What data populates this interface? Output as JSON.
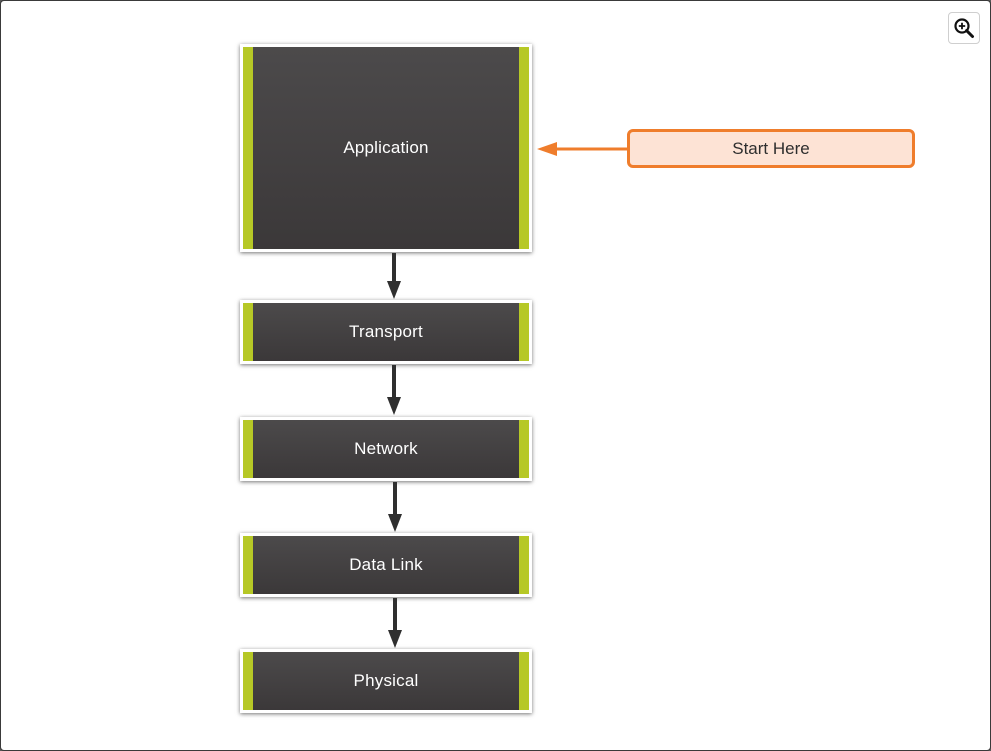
{
  "diagram": {
    "layers": [
      {
        "id": "application",
        "label": "Application"
      },
      {
        "id": "transport",
        "label": "Transport"
      },
      {
        "id": "network",
        "label": "Network"
      },
      {
        "id": "data-link",
        "label": "Data Link"
      },
      {
        "id": "physical",
        "label": "Physical"
      }
    ],
    "start_label": "Start Here",
    "colors": {
      "layer_fill": "#434041",
      "layer_accent": "#b6c826",
      "callout_fill": "#fde3d5",
      "callout_border": "#ef7d2c",
      "arrow": "#2f2f2f"
    }
  },
  "toolbar": {
    "zoom_icon": "zoom-in-icon"
  }
}
